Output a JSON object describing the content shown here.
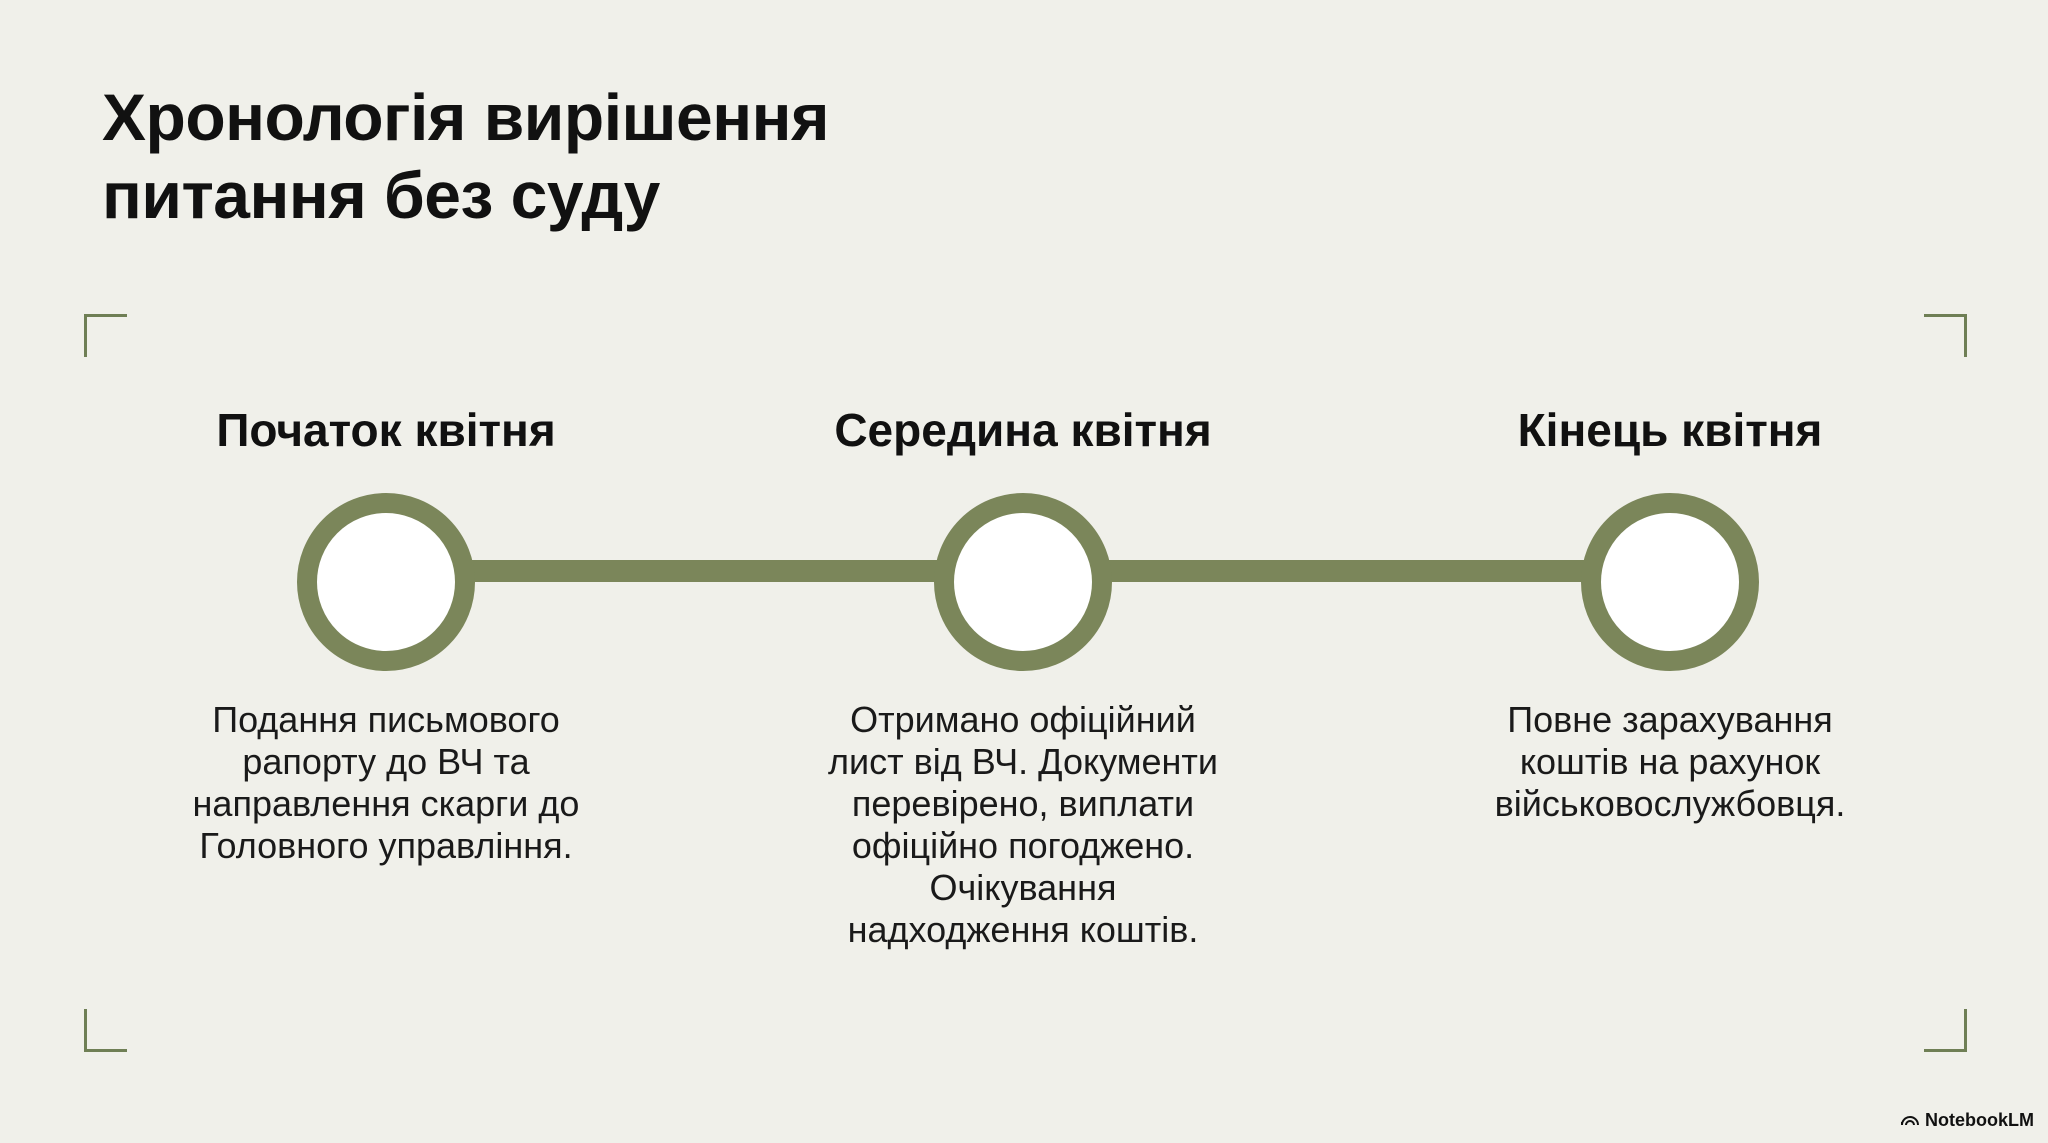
{
  "title": "Хронологія вирішення\nпитання без суду",
  "milestones": [
    {
      "label": "Початок квітня",
      "description": "Подання письмового\nрапорту до ВЧ та\nнаправлення скарги до\nГоловного управління."
    },
    {
      "label": "Середина квітня",
      "description": "Отримано офіційний\nлист від ВЧ. Документи\nперевірено, виплати\nофіційно погоджено.\nОчікування\nнадходження коштів."
    },
    {
      "label": "Кінець квітня",
      "description": "Повне зарахування\nкоштів на рахунок\nвійськовослужбовця."
    }
  ],
  "brand": {
    "name": "NotebookLM",
    "icon": "notebooklm-logo-icon"
  },
  "colors": {
    "background": "#f0f0ea",
    "accent": "#7b865a",
    "node_fill": "#ffffff",
    "corner": "#6f7f55",
    "text": "#111111"
  }
}
